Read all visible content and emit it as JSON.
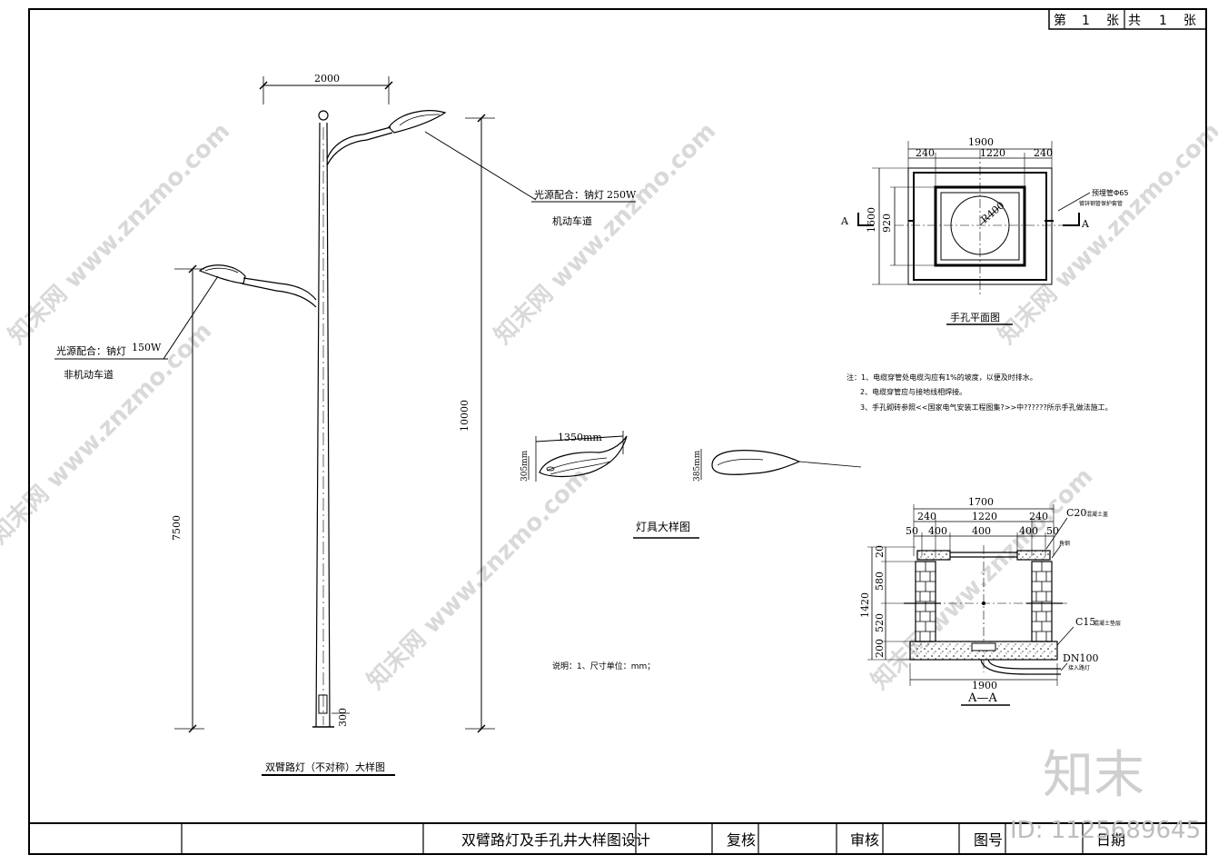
{
  "sheet": {
    "label_di": "第",
    "num": "1",
    "label_zhang": "张",
    "label_gong": "共",
    "total": "1",
    "label_zhang2": "张"
  },
  "pole": {
    "arm_span": "2000",
    "total_height": "10000",
    "lower_height": "7500",
    "base": "300",
    "upper_lamp": {
      "line1_a": "光源配合：钠灯",
      "line1_b": "250W",
      "line2": "机动车道"
    },
    "lower_lamp": {
      "line1_a": "光源配合：钠灯",
      "line1_b": "150W",
      "line2": "非机动车道"
    },
    "caption": "双臂路灯（不对称）大样图"
  },
  "lamp_detail": {
    "length": "1350mm",
    "height_side": "305mm",
    "height_top": "385mm",
    "caption": "灯具大样图"
  },
  "note_units": "说明：1、尺寸单位：mm；",
  "handhole_plan": {
    "width": "1900",
    "left_wall": "240",
    "inner": "1220",
    "right_wall": "240",
    "height": "1600",
    "inner_h": "920",
    "radius": "R400",
    "pipe_label": "预埋管Φ65",
    "pipe_label2": "镀锌钢管保护套管",
    "section_mark": "A",
    "caption": "手孔平面图"
  },
  "notes": [
    "注：1、电缆穿管处电缆沟应有1%的坡度，以便及时排水。",
    "2、电缆穿管应与接地线相焊接。",
    "3、手孔砌砖参照<<国家电气安装工程图集?>>中??????所示手孔做法施工。"
  ],
  "section": {
    "width_top": "1700",
    "w240a": "240",
    "w1220": "1220",
    "w240b": "240",
    "d50a": "50",
    "d400a": "400",
    "d400b": "400",
    "d400c": "400",
    "d50b": "50",
    "h20": "20",
    "h580": "580",
    "h520": "520",
    "h200": "200",
    "h1420": "1420",
    "bottom_width": "1900",
    "c20": "C20",
    "c20_note": "混凝土盖",
    "angle_note": "角钢",
    "c15": "C15",
    "c15_note": "混凝土垫层",
    "dn": "DN100",
    "dn_note": "接入路灯",
    "caption": "A—A"
  },
  "title_block": {
    "title": "双臂路灯及手孔井大样图设计",
    "review": "复核",
    "audit": "审核",
    "drawing_no": "图号",
    "date": "日期"
  },
  "watermark": {
    "brand": "知末",
    "id": "ID: 1125689645",
    "site": "知末网 www.znzmo.com"
  }
}
